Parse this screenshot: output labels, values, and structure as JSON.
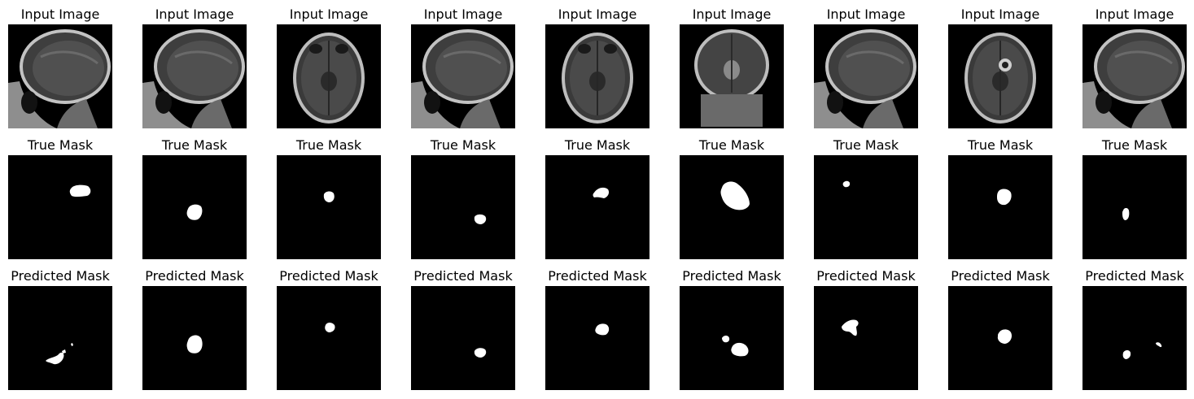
{
  "figure": {
    "rows": [
      {
        "kind": "input",
        "titles": [
          "Input Image",
          "Input Image",
          "Input Image",
          "Input Image",
          "Input Image",
          "Input Image",
          "Input Image",
          "Input Image",
          "Input Image"
        ],
        "views": [
          "sagittal",
          "sagittal",
          "axial",
          "sagittal",
          "axial",
          "coronal",
          "sagittal",
          "axial",
          "sagittal"
        ]
      },
      {
        "kind": "true_mask",
        "titles": [
          "True Mask",
          "True Mask",
          "True Mask",
          "True Mask",
          "True Mask",
          "True Mask",
          "True Mask",
          "True Mask",
          "True Mask"
        ]
      },
      {
        "kind": "predicted_mask",
        "titles": [
          "Predicted Mask",
          "Predicted Mask",
          "Predicted Mask",
          "Predicted Mask",
          "Predicted Mask",
          "Predicted Mask",
          "Predicted Mask",
          "Predicted Mask",
          "Predicted Mask"
        ]
      }
    ],
    "colors": {
      "background": "#000000",
      "mask": "#ffffff"
    }
  }
}
